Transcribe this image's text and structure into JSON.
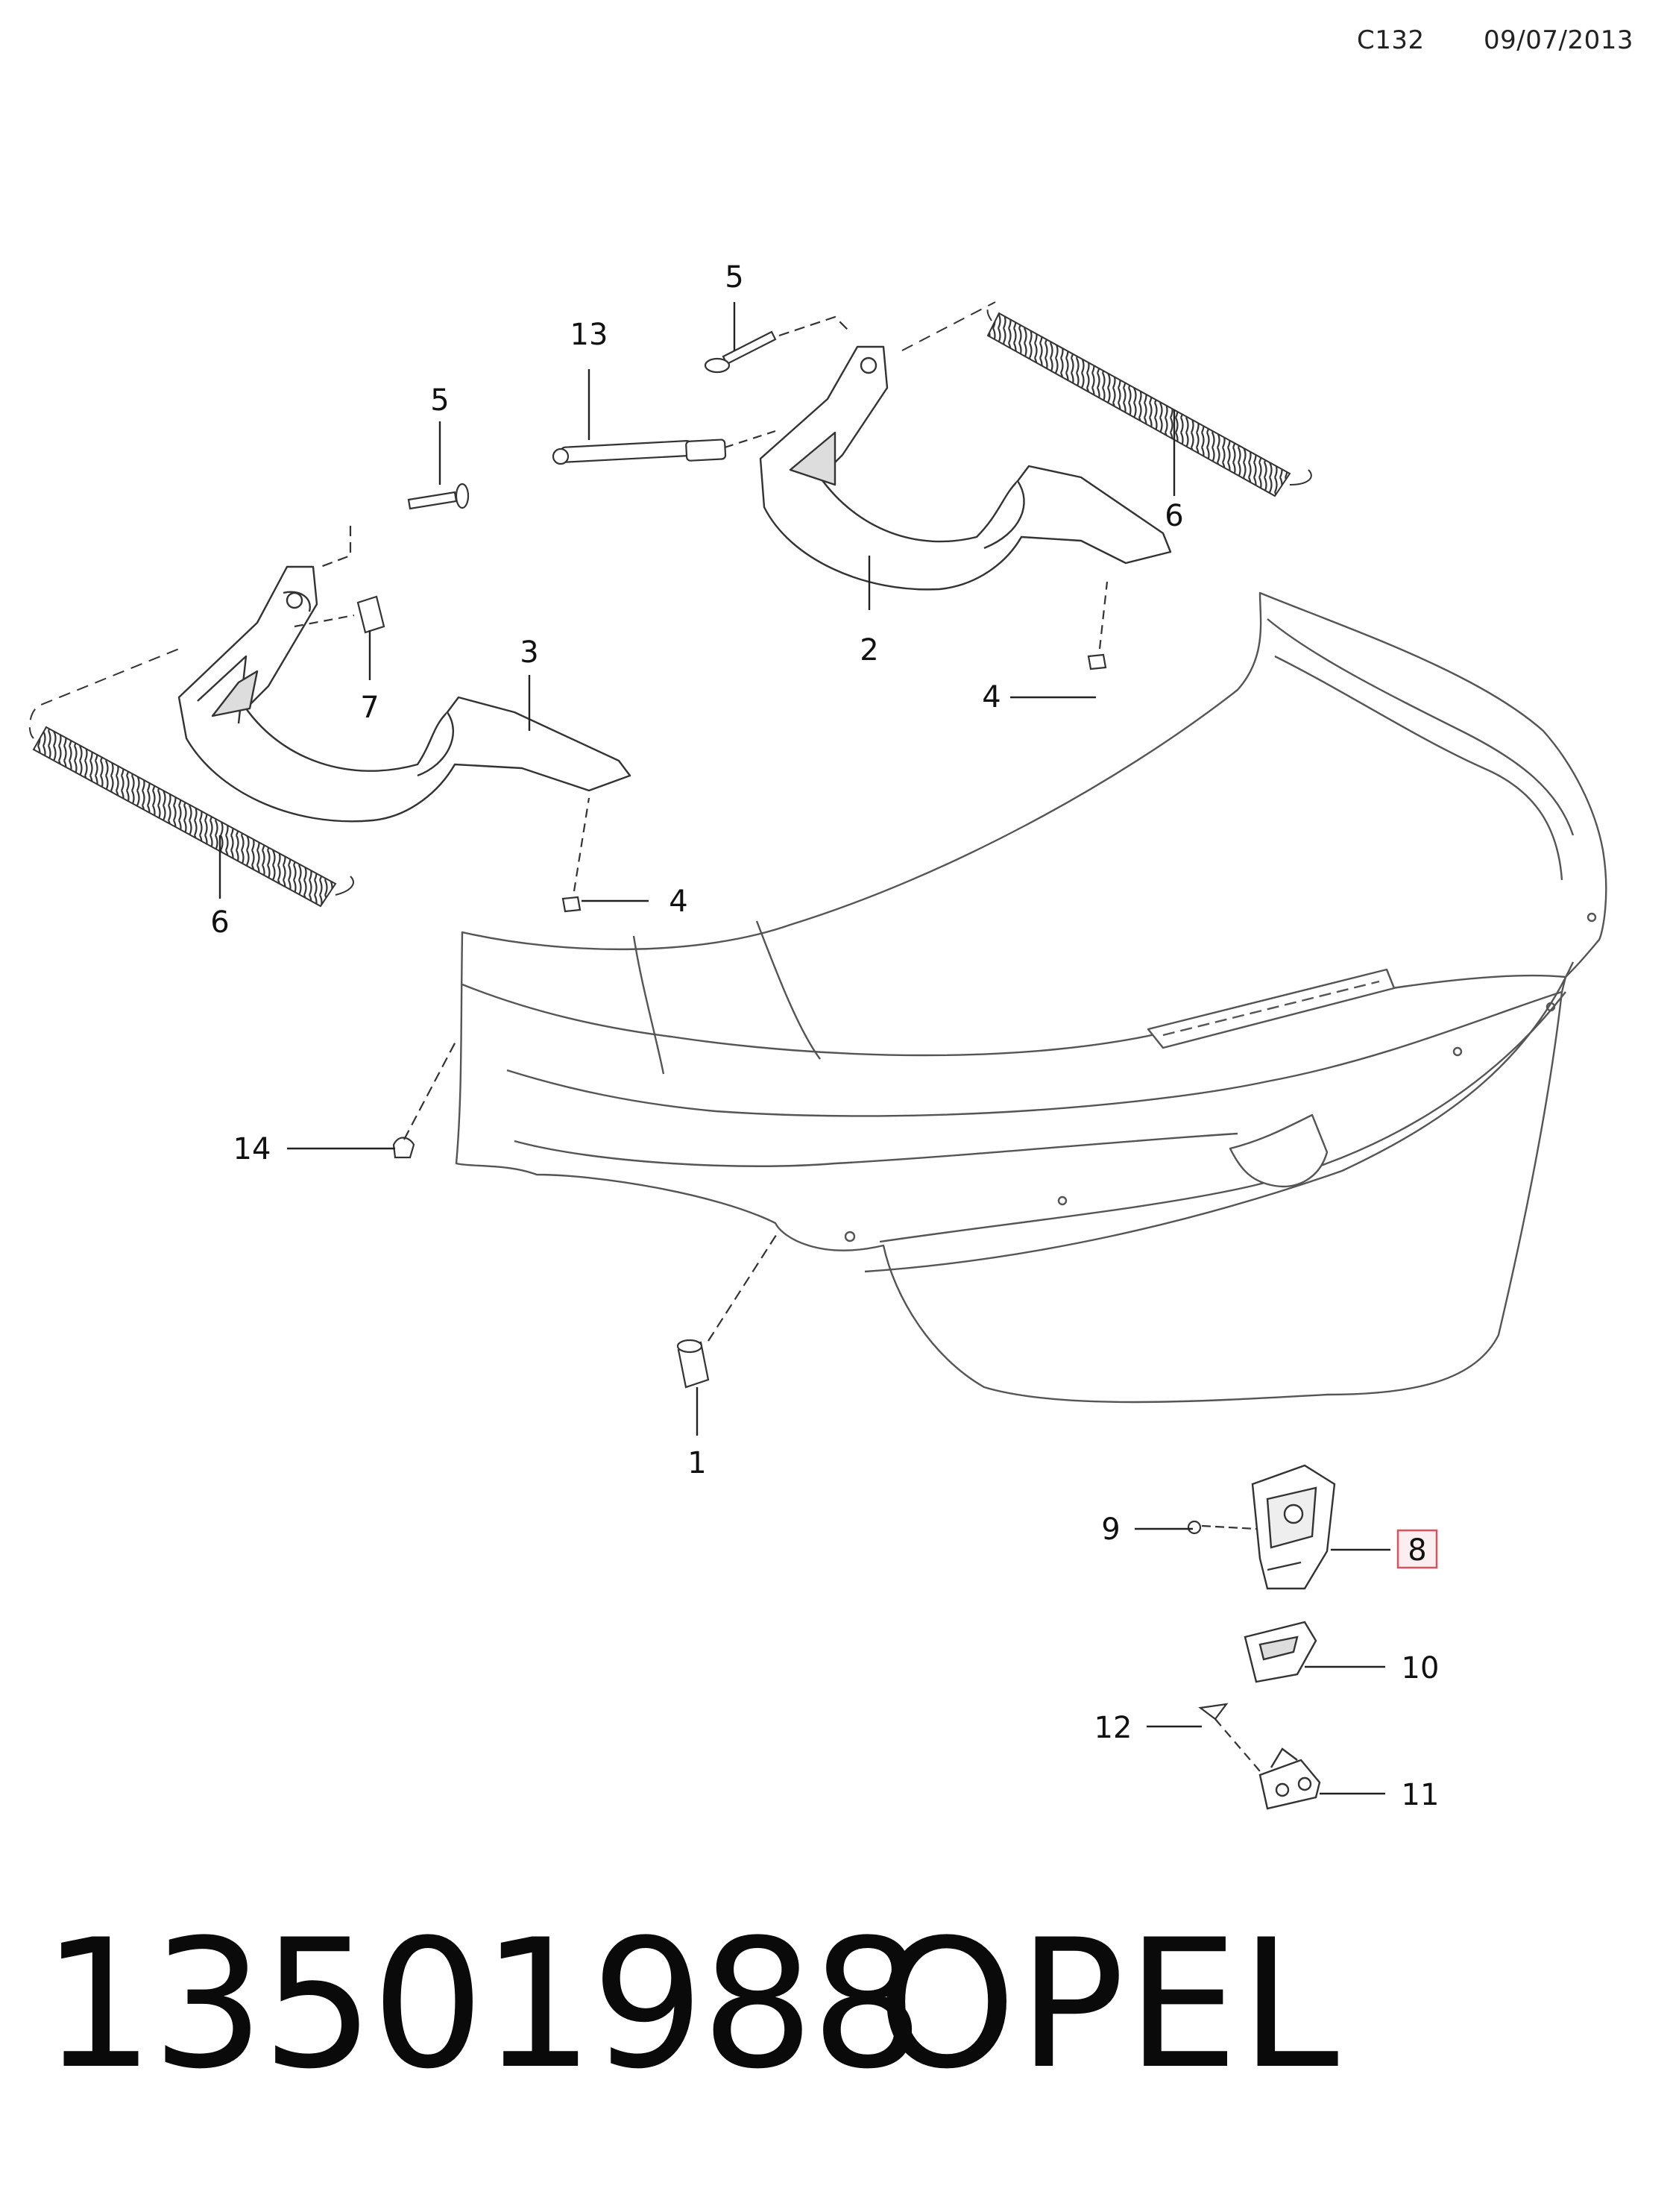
{
  "header": {
    "code": "C132",
    "date": "09/07/2013"
  },
  "footer": {
    "part_number": "13501988",
    "brand": "OPEL"
  },
  "highlight_color": "#d9535f",
  "callouts": [
    {
      "id": "c1",
      "label": "1"
    },
    {
      "id": "c2",
      "label": "2"
    },
    {
      "id": "c3",
      "label": "3"
    },
    {
      "id": "c4a",
      "label": "4"
    },
    {
      "id": "c4b",
      "label": "4"
    },
    {
      "id": "c5a",
      "label": "5"
    },
    {
      "id": "c5b",
      "label": "5"
    },
    {
      "id": "c6a",
      "label": "6"
    },
    {
      "id": "c6b",
      "label": "6"
    },
    {
      "id": "c7",
      "label": "7"
    },
    {
      "id": "c8",
      "label": "8",
      "highlighted": true
    },
    {
      "id": "c9",
      "label": "9"
    },
    {
      "id": "c10",
      "label": "10"
    },
    {
      "id": "c11",
      "label": "11"
    },
    {
      "id": "c12",
      "label": "12"
    },
    {
      "id": "c13",
      "label": "13"
    },
    {
      "id": "c14",
      "label": "14"
    }
  ]
}
